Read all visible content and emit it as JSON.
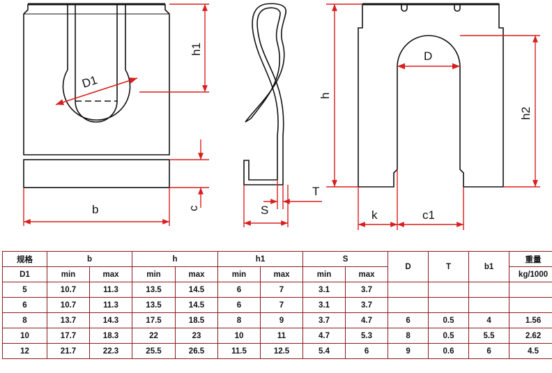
{
  "labels": {
    "D1": "D1",
    "h1": "h1",
    "b": "b",
    "c": "c",
    "S": "S",
    "T": "T",
    "h": "h",
    "D": "D",
    "h2": "h2",
    "k": "k",
    "c1": "c1"
  },
  "colors": {
    "dimension": "#d81e1e",
    "outline": "#111111",
    "table_border": "#8a1a1a"
  },
  "table": {
    "header1": [
      "规格",
      "b",
      "h",
      "h1",
      "S",
      "D",
      "T",
      "b1",
      "重量"
    ],
    "header2": [
      "D1",
      "min",
      "max",
      "min",
      "max",
      "min",
      "max",
      "min",
      "max",
      "kg/1000"
    ],
    "rows": [
      [
        "5",
        "10.7",
        "11.3",
        "13.5",
        "14.5",
        "6",
        "7",
        "3.1",
        "3.7",
        "",
        "",
        "",
        ""
      ],
      [
        "6",
        "10.7",
        "11.3",
        "13.5",
        "14.5",
        "6",
        "7",
        "3.1",
        "3.7",
        "",
        "",
        "",
        ""
      ],
      [
        "8",
        "13.7",
        "14.3",
        "17.5",
        "18.5",
        "8",
        "9",
        "3.7",
        "4.7",
        "6",
        "0.5",
        "4",
        "1.56"
      ],
      [
        "10",
        "17.7",
        "18.3",
        "22",
        "23",
        "10",
        "11",
        "4.7",
        "5.3",
        "8",
        "0.5",
        "5.5",
        "2.62"
      ],
      [
        "12",
        "21.7",
        "22.3",
        "25.5",
        "26.5",
        "11.5",
        "12.5",
        "5.4",
        "6",
        "9",
        "0.6",
        "6",
        "4.5"
      ]
    ]
  }
}
